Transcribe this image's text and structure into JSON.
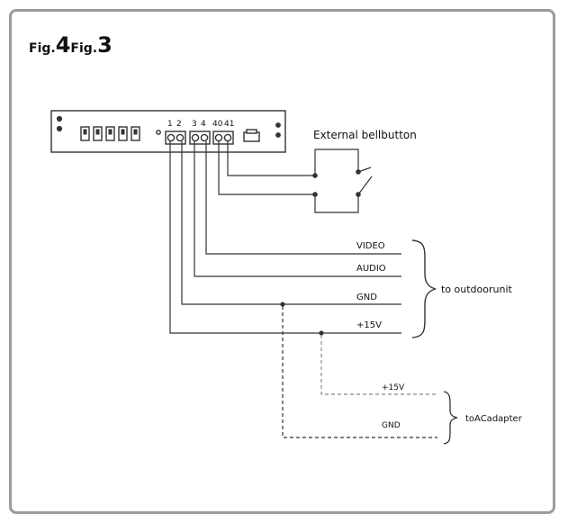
{
  "figure": {
    "prefix_a": "Fig.",
    "number_a": "4",
    "prefix_b": "Fig.",
    "number_b": "3"
  },
  "unit": {
    "terminal_pins": [
      "1",
      "2",
      "3",
      "4",
      "40",
      "41"
    ]
  },
  "labels": {
    "bell_button": "External bellbutton",
    "video": "VIDEO",
    "audio": "AUDIO",
    "gnd": "GND",
    "v15": "+15V",
    "to_outdoor": "to outdoorunit",
    "adapter_v15": "+15V",
    "adapter_gnd": "GND",
    "to_adapter": "toACadapter"
  },
  "colors": {
    "line": "#333333",
    "frame": "#9b9b9b"
  }
}
